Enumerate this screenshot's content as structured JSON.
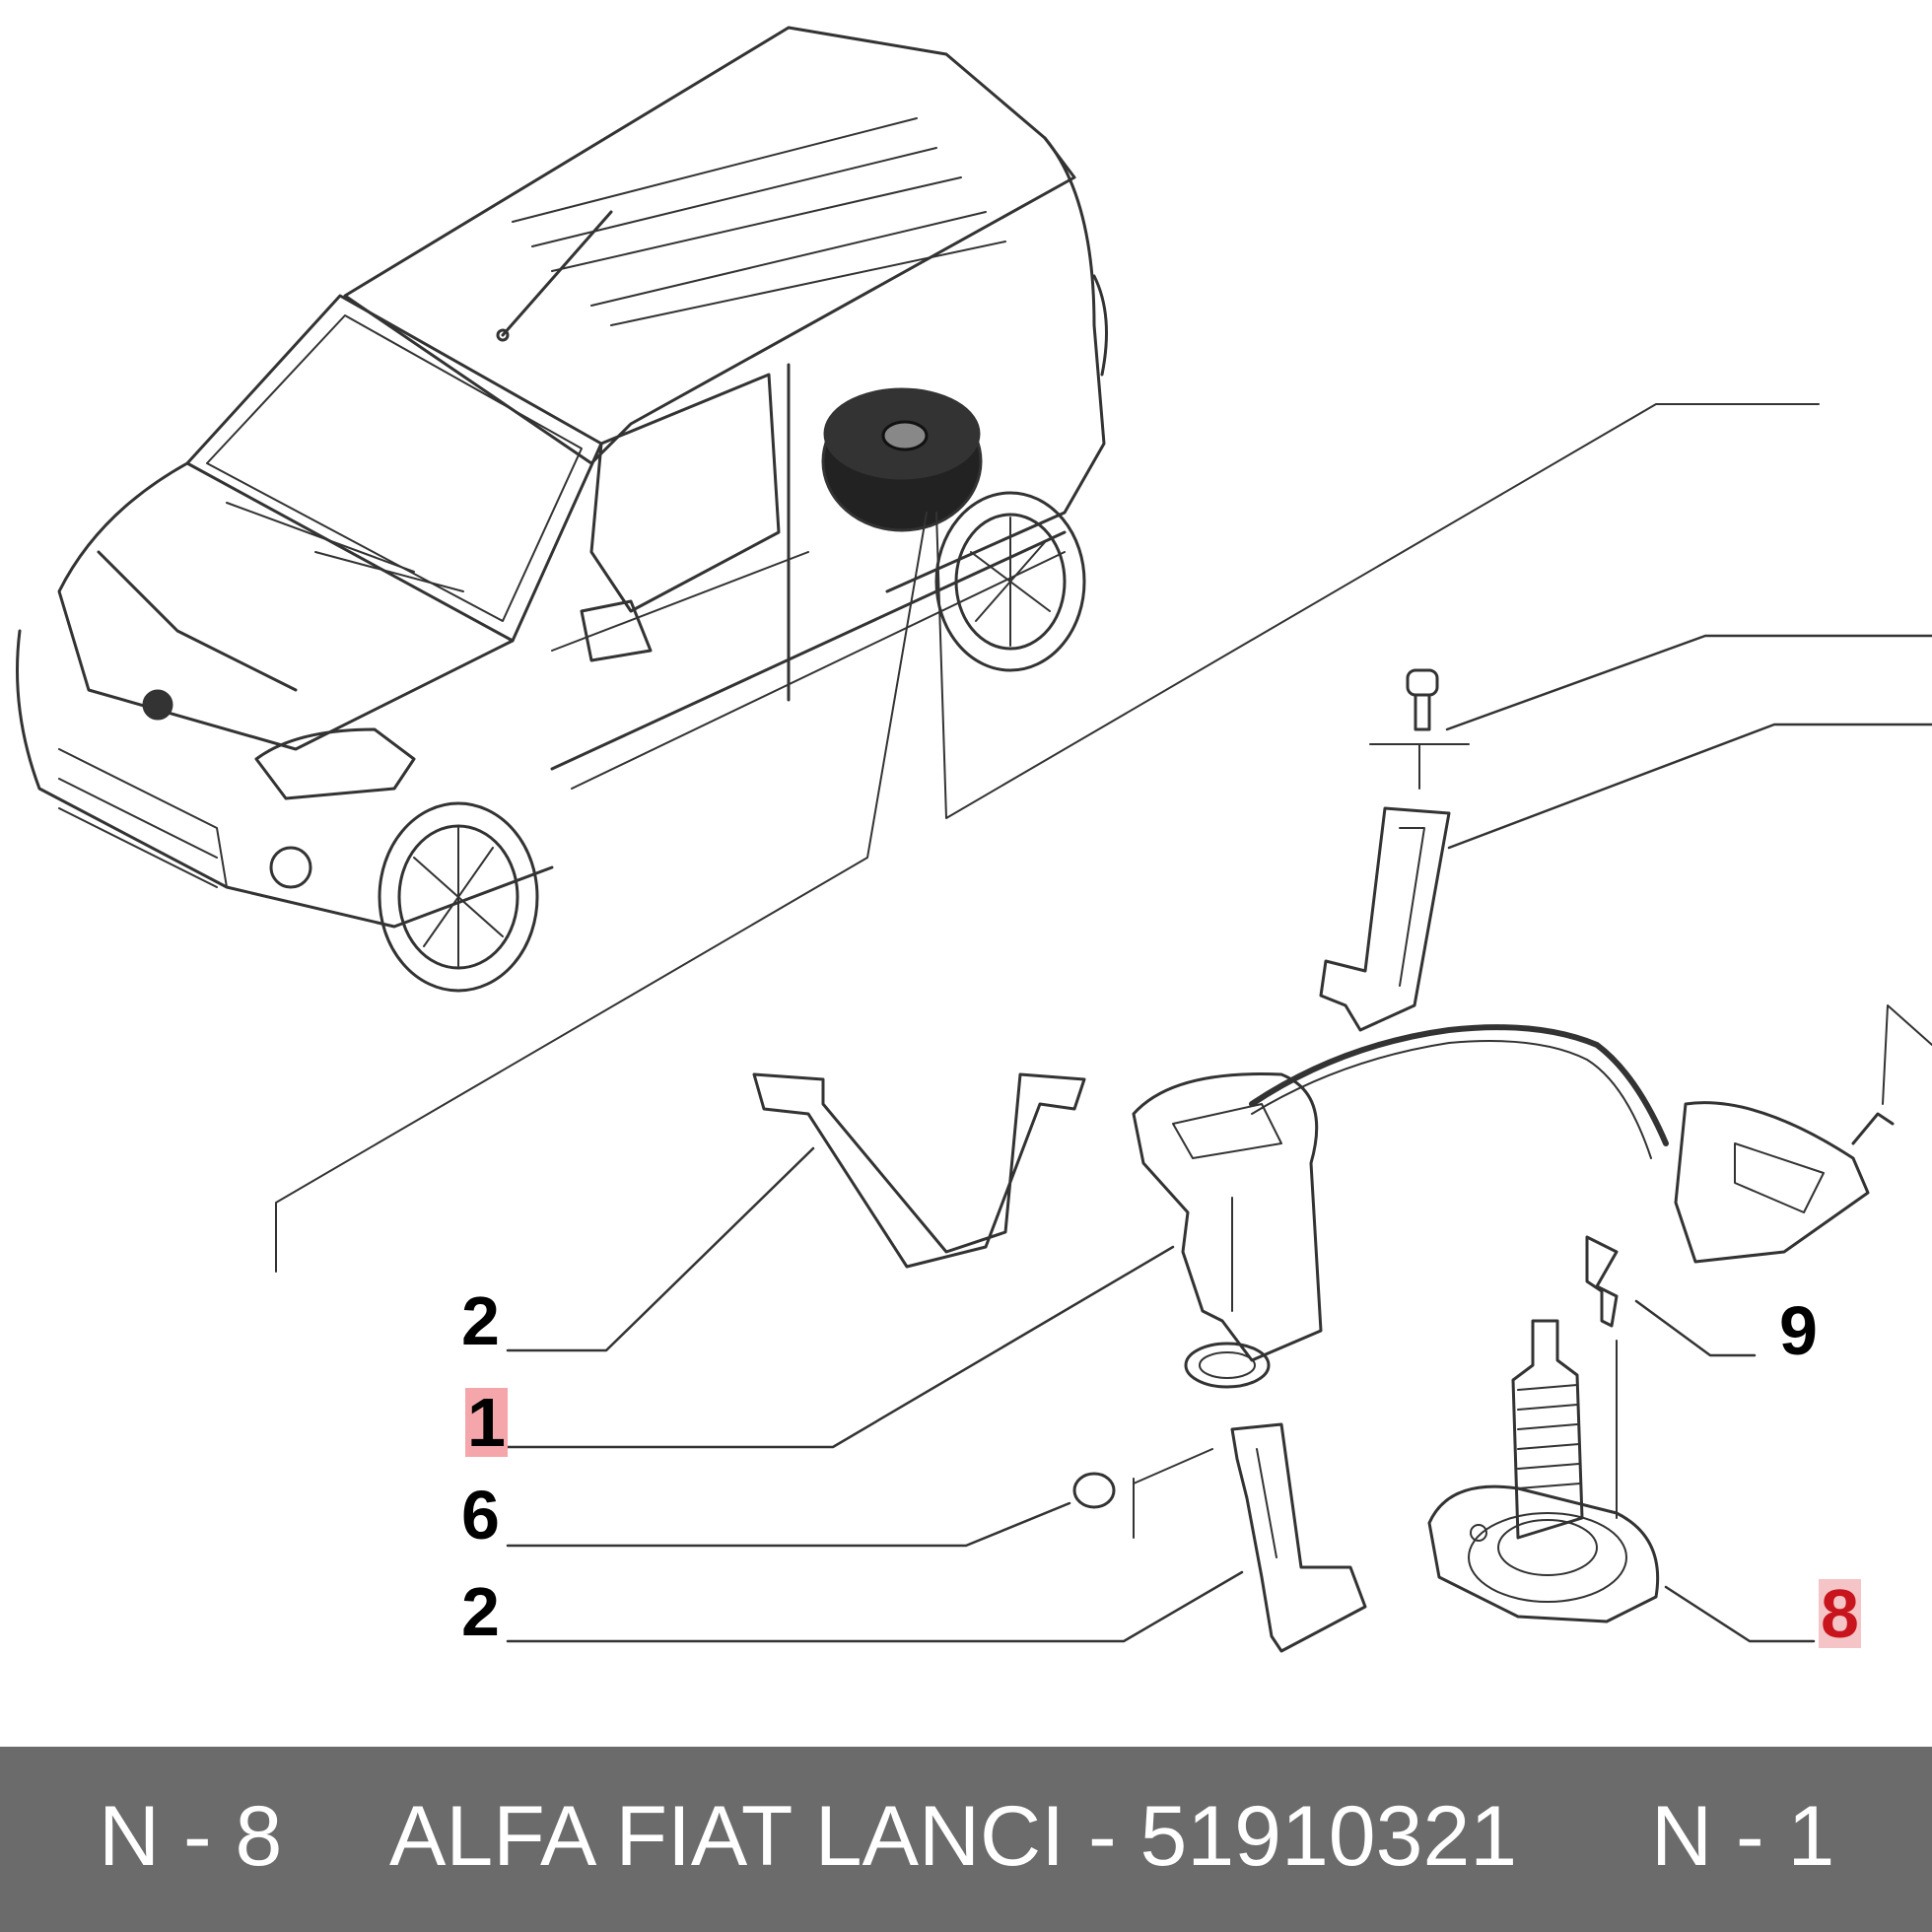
{
  "callouts": {
    "c2a": "2",
    "c1": "1",
    "c6": "6",
    "c2b": "2",
    "c9": "9",
    "c8": "8"
  },
  "footer": {
    "left": "N - 8",
    "center": "ALFA FIAT LANCI - 51910321",
    "right": "N - 1"
  },
  "colors": {
    "line": "#333333",
    "footer_bg": "#6b6b6b",
    "highlight_pink": "#f4a6aa",
    "highlight_red": "#c8141c"
  }
}
